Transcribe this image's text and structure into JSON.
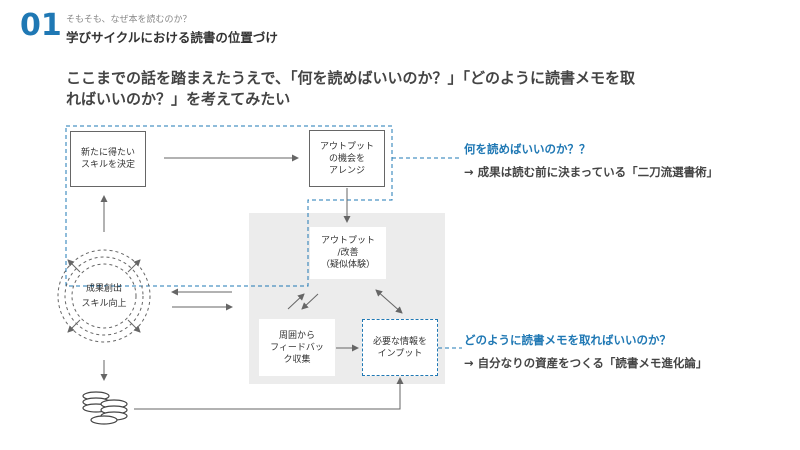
{
  "header": {
    "number": "01",
    "kicker": "そもそも、なぜ本を読むのか？",
    "subtitle": "学びサイクルにおける読書の位置づけ"
  },
  "lead": {
    "line1": "ここまでの話を踏まえたうえで、「何を読めばいいのか？」「どのように読書メモを取",
    "line2": "ればいいのか？」を考えてみたい"
  },
  "diagram": {
    "skill_box": [
      "新たに得たい",
      "スキルを決定"
    ],
    "arrange_box": [
      "アウトプット",
      "の機会を",
      "アレンジ"
    ],
    "output_box": [
      "アウトプット",
      "/改善",
      "（疑似体験）"
    ],
    "feedback_box": [
      "周囲から",
      "フィードバッ",
      "ク収集"
    ],
    "input_box": [
      "必要な情報を",
      "インプット"
    ],
    "result_circle": [
      "成果創出",
      "スキル向上"
    ]
  },
  "callouts": {
    "q1": "何を読めばいいのか？？",
    "a1": "→ 成果は読む前に決まっている「二刀流選書術」",
    "q2": "どのように読書メモを取ればいいのか？",
    "a2": "→ 自分なりの資産をつくる「読書メモ進化論」"
  },
  "colors": {
    "accent": "#1f78b4",
    "panel": "#ececec"
  },
  "icons": {
    "coins": "coin-stack-icon"
  }
}
